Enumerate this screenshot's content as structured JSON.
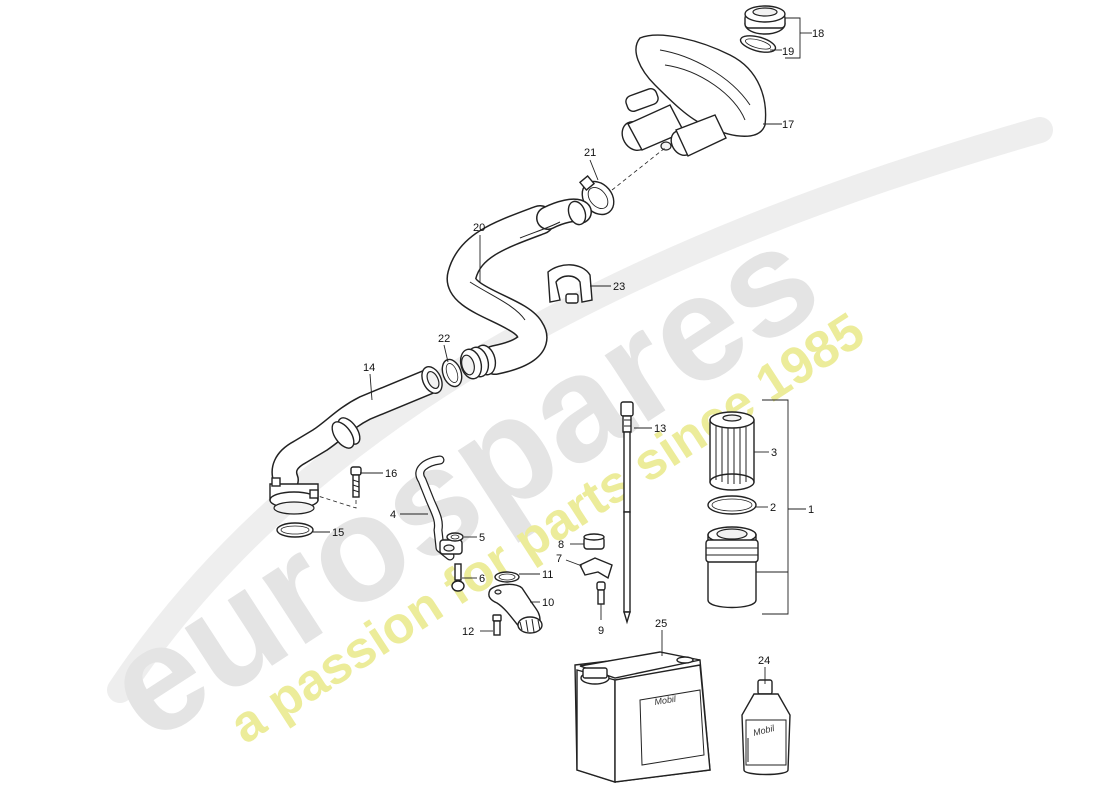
{
  "watermark": {
    "logo_text": "eurospares",
    "tagline": "a passion for parts since 1985"
  },
  "callouts": [
    {
      "id": "1",
      "label": "1"
    },
    {
      "id": "2",
      "label": "2"
    },
    {
      "id": "3",
      "label": "3"
    },
    {
      "id": "4",
      "label": "4"
    },
    {
      "id": "5",
      "label": "5"
    },
    {
      "id": "6",
      "label": "6"
    },
    {
      "id": "7",
      "label": "7"
    },
    {
      "id": "8",
      "label": "8"
    },
    {
      "id": "9",
      "label": "9"
    },
    {
      "id": "10",
      "label": "10"
    },
    {
      "id": "11",
      "label": "11"
    },
    {
      "id": "12",
      "label": "12"
    },
    {
      "id": "13",
      "label": "13"
    },
    {
      "id": "14",
      "label": "14"
    },
    {
      "id": "15",
      "label": "15"
    },
    {
      "id": "16",
      "label": "16"
    },
    {
      "id": "17",
      "label": "17"
    },
    {
      "id": "18",
      "label": "18"
    },
    {
      "id": "19",
      "label": "19"
    },
    {
      "id": "20",
      "label": "20"
    },
    {
      "id": "21",
      "label": "21"
    },
    {
      "id": "22",
      "label": "22"
    },
    {
      "id": "23",
      "label": "23"
    },
    {
      "id": "24",
      "label": "24"
    },
    {
      "id": "25",
      "label": "25"
    }
  ],
  "product_labels": {
    "canister_brand": "Mobil",
    "bottle_brand": "Mobil"
  }
}
